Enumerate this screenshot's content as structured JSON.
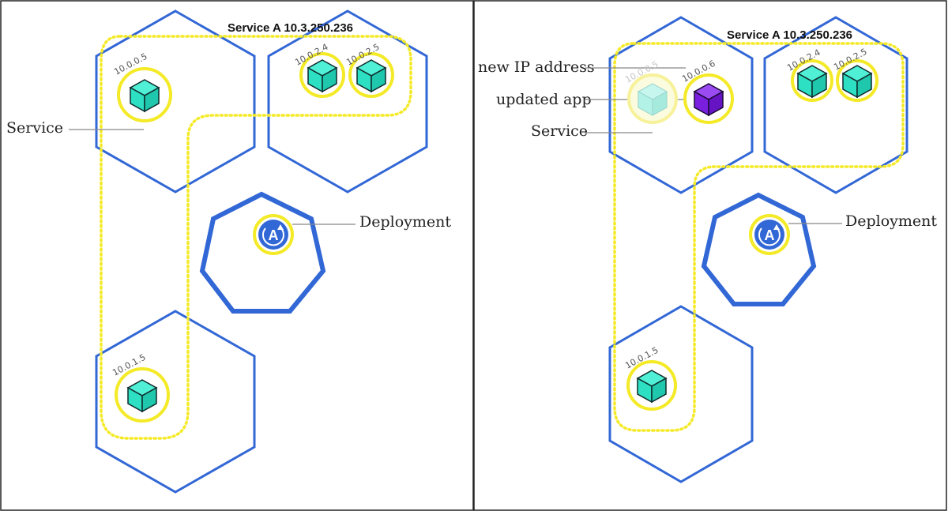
{
  "colors": {
    "node_stroke": "#3267d6",
    "service_path": "#f4ea28",
    "pod_cube": "#2de0c4",
    "updated_cube": "#7a1fe0",
    "cube_outline": "#0f2a2a"
  },
  "left": {
    "service_title": "Service A 10.3.250.236",
    "service_label": "Service",
    "deployment_label": "Deployment",
    "deployment_icon": "deployment-refresh-icon",
    "deployment_letter": "A",
    "pods": [
      {
        "ip": "10.0.0.5"
      },
      {
        "ip": "10.0.2.4"
      },
      {
        "ip": "10.0.2.5"
      },
      {
        "ip": "10.0.1.5"
      }
    ]
  },
  "right": {
    "service_title": "Service A 10.3.250.236",
    "new_ip_label": "new IP address",
    "updated_app_label": "updated app",
    "service_label": "Service",
    "deployment_label": "Deployment",
    "deployment_icon": "deployment-refresh-icon",
    "deployment_letter": "A",
    "pods": [
      {
        "ip": "10.0.0.5",
        "state": "old"
      },
      {
        "ip": "10.0.0.6",
        "state": "updated"
      },
      {
        "ip": "10.0.2.4"
      },
      {
        "ip": "10.0.2.5"
      },
      {
        "ip": "10.0.1.5"
      }
    ]
  }
}
